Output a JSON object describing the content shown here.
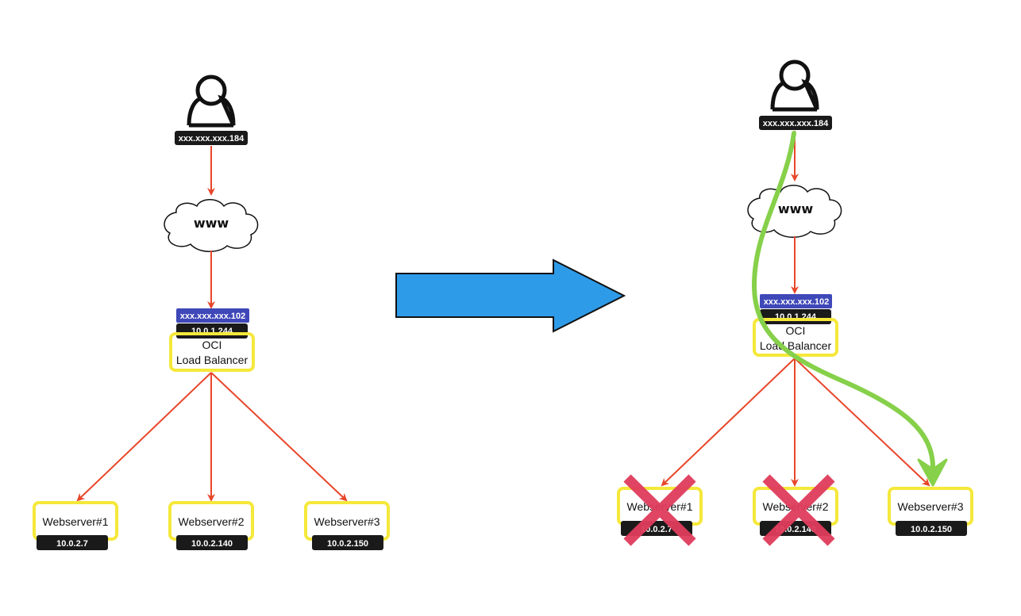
{
  "before": {
    "user": {
      "ip": "xxx.xxx.xxx.184"
    },
    "internet": {
      "label": "www"
    },
    "load_balancer": {
      "public_ip": "xxx.xxx.xxx.102",
      "private_ip": "10.0.1.244",
      "line1": "OCI",
      "line2": "Load Balancer"
    },
    "servers": [
      {
        "name": "Webserver#1",
        "ip": "10.0.2.7"
      },
      {
        "name": "Webserver#2",
        "ip": "10.0.2.140"
      },
      {
        "name": "Webserver#3",
        "ip": "10.0.2.150"
      }
    ]
  },
  "after": {
    "user": {
      "ip": "xxx.xxx.xxx.184"
    },
    "internet": {
      "label": "www"
    },
    "load_balancer": {
      "public_ip": "xxx.xxx.xxx.102",
      "private_ip": "10.0.1.244",
      "line1": "OCI",
      "line2": "Load Balancer"
    },
    "servers": [
      {
        "name": "Webserver#1",
        "ip": "10.0.2.7",
        "failed": true
      },
      {
        "name": "Webserver#2",
        "ip": "10.0.2.140",
        "failed": true
      },
      {
        "name": "Webserver#3",
        "ip": "10.0.2.150",
        "failed": false
      }
    ]
  },
  "colors": {
    "connector": "#e8462a",
    "node_border": "#f5e83a",
    "tag_dark": "#1a1a1a",
    "tag_public": "#3f48b8",
    "transition_arrow": "#2e9be8",
    "failover_path": "#86d04a",
    "failure_mark": "#e03c5c"
  }
}
